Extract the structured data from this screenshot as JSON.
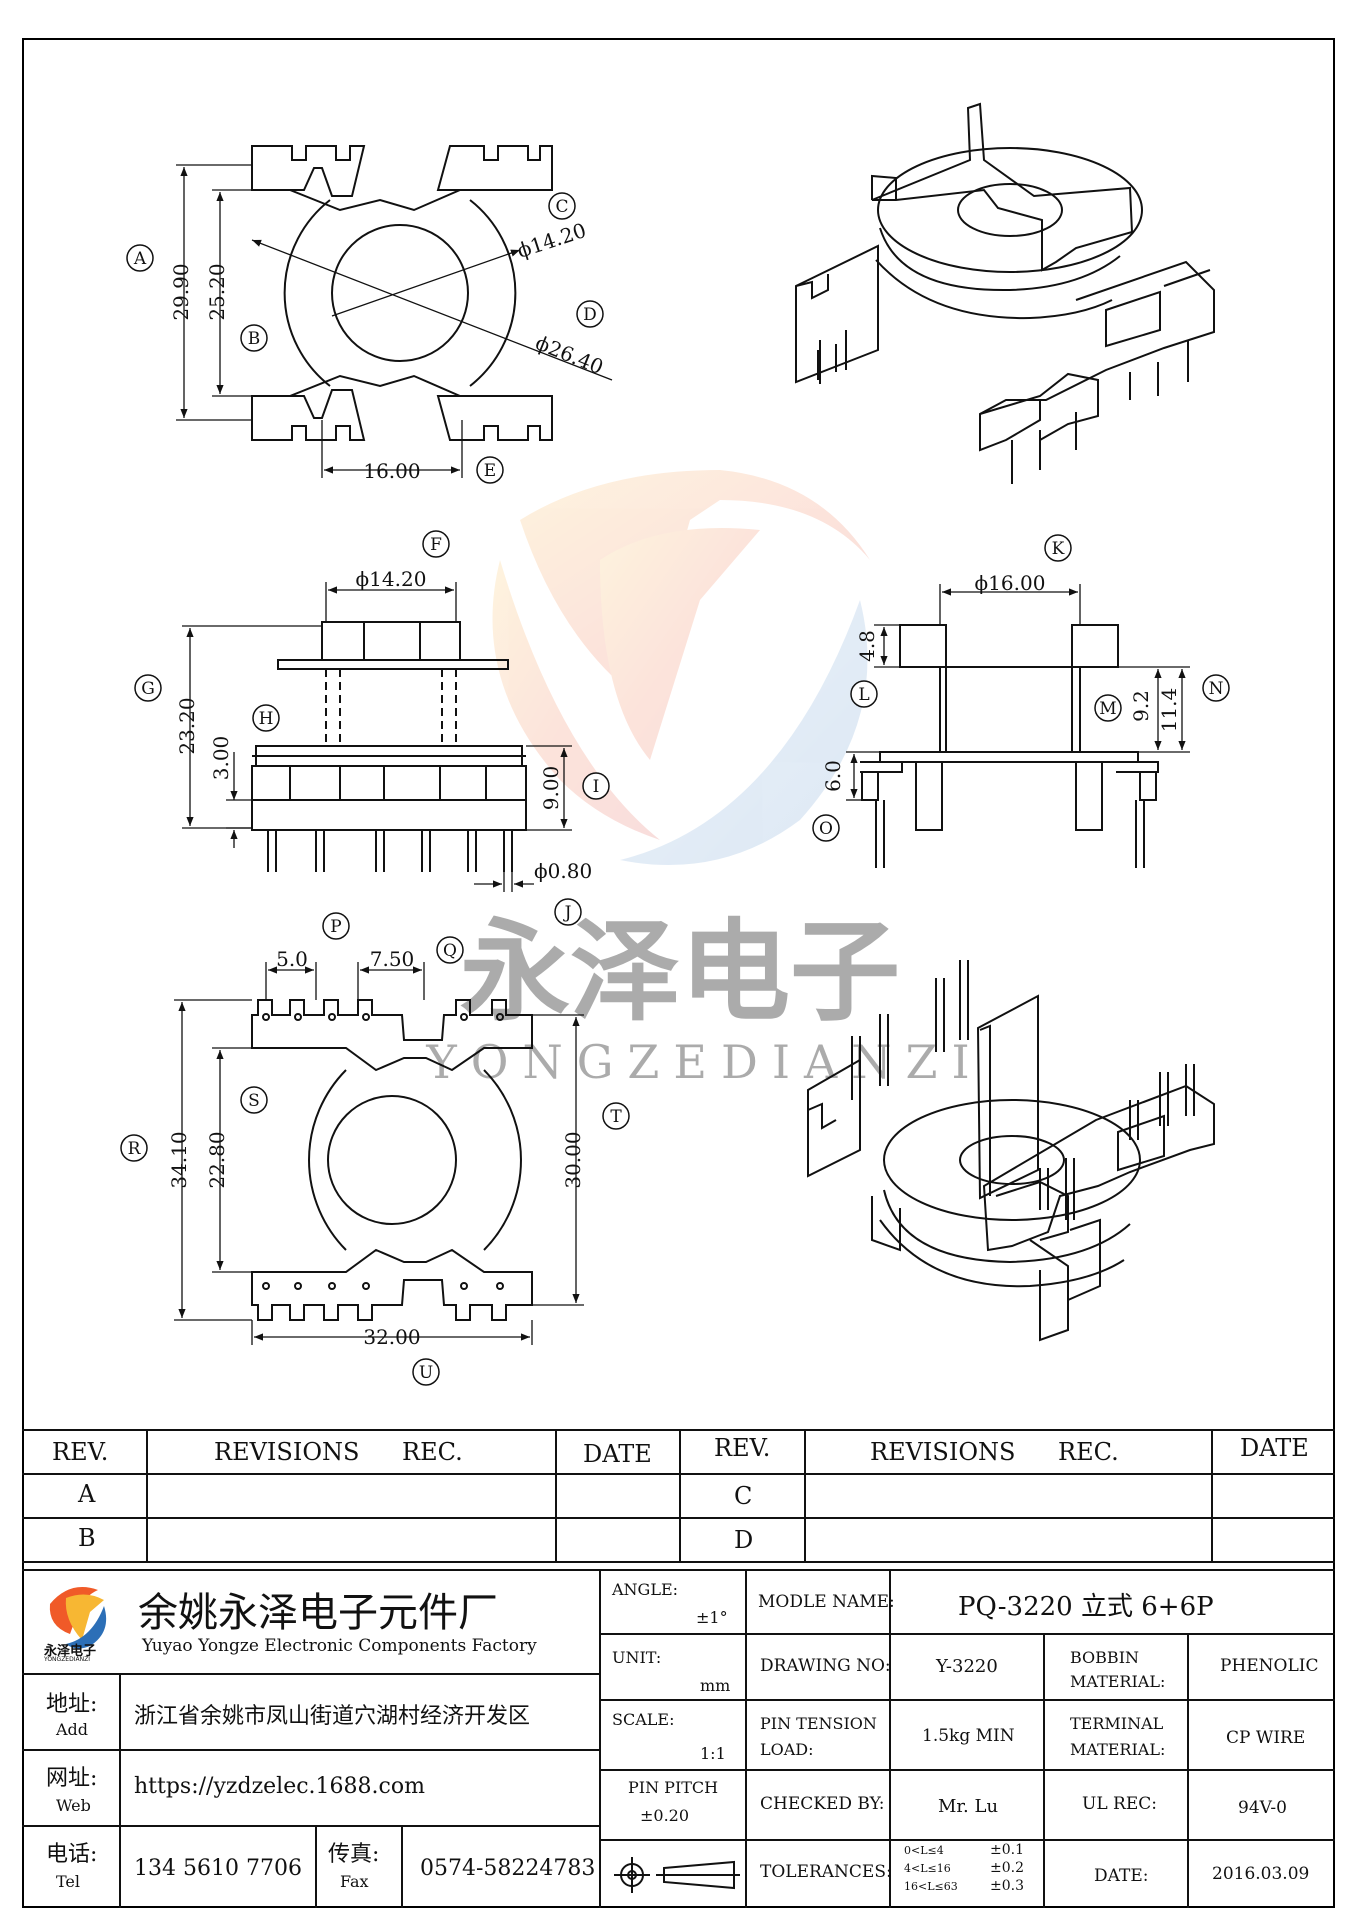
{
  "watermark": {
    "cn": "永泽电子",
    "en": "YONGZEDIANZI"
  },
  "callouts": [
    "A",
    "B",
    "C",
    "D",
    "E",
    "F",
    "G",
    "H",
    "I",
    "J",
    "K",
    "L",
    "M",
    "N",
    "O",
    "P",
    "Q",
    "R",
    "S",
    "T",
    "U"
  ],
  "dims": {
    "a": "29.90",
    "b": "25.20",
    "c": "ϕ14.20",
    "d": "ϕ26.40",
    "e": "16.00",
    "f": "ϕ14.20",
    "g": "23.20",
    "h": "3.00",
    "i": "9.00",
    "j": "ϕ0.80",
    "k": "ϕ16.00",
    "l": "4.8",
    "m": "9.2",
    "n": "11.4",
    "o": "6.0",
    "p": "5.0",
    "q": "7.50",
    "r": "34.10",
    "s": "22.80",
    "t": "30.00",
    "u": "32.00"
  },
  "revisions": {
    "headers": [
      "REV.",
      "REVISIONS",
      "REC.",
      "DATE",
      "REV.",
      "REVISIONS",
      "REC.",
      "DATE"
    ],
    "rows_left": [
      "A",
      "B"
    ],
    "rows_right": [
      "C",
      "D"
    ]
  },
  "company": {
    "name_cn": "余姚永泽电子元件厂",
    "name_en": "Yuyao Yongze Electronic Components Factory",
    "logo_text": "永泽电子",
    "logo_sub": "YONGZEDIANZI",
    "addr_label_cn": "地址:",
    "addr_label_en": "Add",
    "addr": "浙江省余姚市凤山街道穴湖村经济开发区",
    "web_label_cn": "网址:",
    "web_label_en": "Web",
    "web": "https://yzdzelec.1688.com",
    "tel_label_cn": "电话:",
    "tel_label_en": "Tel",
    "tel": "134 5610 7706",
    "fax_label_cn": "传真:",
    "fax_label_en": "Fax",
    "fax": "0574-58224783"
  },
  "specs": {
    "angle_label": "ANGLE:",
    "angle_value": "±1°",
    "unit_label": "UNIT:",
    "unit_value": "mm",
    "scale_label": "SCALE:",
    "scale_value": "1:1",
    "pin_pitch_label": "PIN PITCH",
    "pin_pitch_value": "±0.20",
    "model_label": "MODLE NAME:",
    "model_value": "PQ-3220 立式 6+6P",
    "drawing_label": "DRAWING NO:",
    "drawing_value": "Y-3220",
    "bobbin_label_1": "BOBBIN",
    "bobbin_label_2": "MATERIAL:",
    "bobbin_value": "PHENOLIC",
    "tension_label_1": "PIN TENSION",
    "tension_label_2": "LOAD:",
    "tension_value": "1.5kg MIN",
    "terminal_label_1": "TERMINAL",
    "terminal_label_2": "MATERIAL:",
    "terminal_value": "CP WIRE",
    "checked_label": "CHECKED BY:",
    "checked_value": "Mr. Lu",
    "ul_label": "UL REC:",
    "ul_value": "94V-0",
    "tol_label": "TOLERANCES:",
    "tol_rows": [
      {
        "range": "0<L≤4",
        "tol": "±0.1"
      },
      {
        "range": "4<L≤16",
        "tol": "±0.2"
      },
      {
        "range": "16<L≤63",
        "tol": "±0.3"
      }
    ],
    "date_label": "DATE:",
    "date_value": "2016.03.09"
  }
}
